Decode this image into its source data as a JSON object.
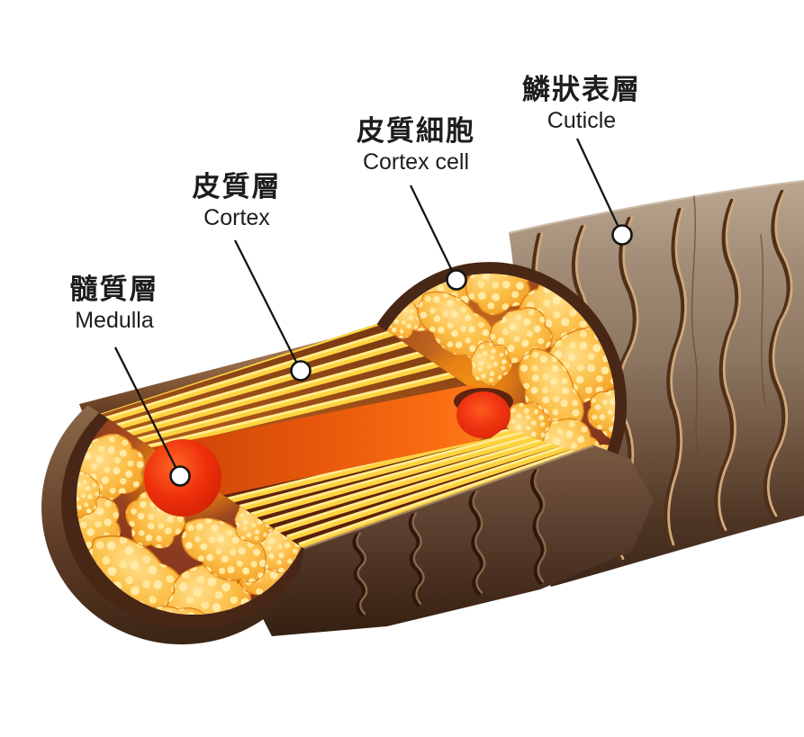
{
  "labels": {
    "cuticle": {
      "zh": "鱗狀表層",
      "en": "Cuticle"
    },
    "cortex_cell": {
      "zh": "皮質細胞",
      "en": "Cortex cell"
    },
    "cortex": {
      "zh": "皮質層",
      "en": "Cortex"
    },
    "medulla": {
      "zh": "髓質層",
      "en": "Medulla"
    }
  },
  "colors": {
    "background": "#ffffff",
    "label_text": "#1d1d1d",
    "cuticle_brown": "#97816c",
    "cuticle_scale_highlight": "#d2ab80",
    "cortex_fiber_yellow": "#ffd23f",
    "cortex_cell_orange": "#f5a623",
    "cell_dot_pale": "#ffeaa6",
    "medulla_red": "#ee2f0b",
    "medulla_band_orange": "#f96c12",
    "section_rim_brown": "#482717"
  }
}
